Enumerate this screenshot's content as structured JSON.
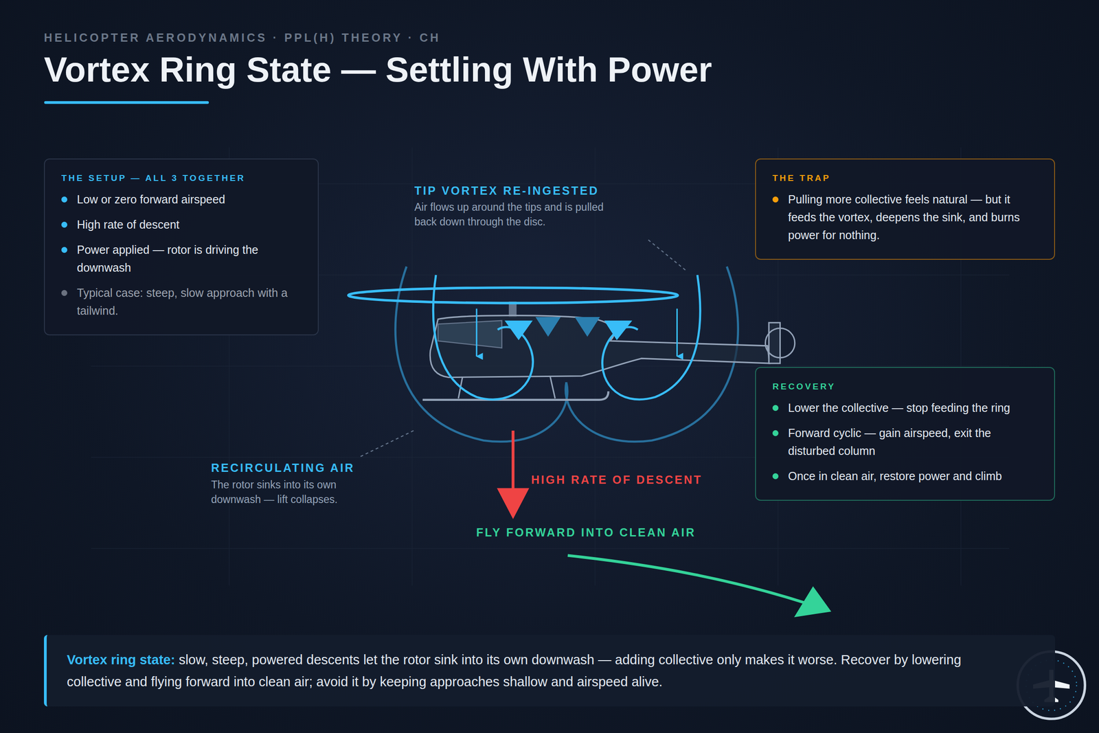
{
  "diagram": {
    "title": "Vortex Ring State — Settling With Power",
    "caption": "Vortex ring state: slow, steep, powered descents let the rotor sink into its own downwash — adding collective only makes it worse. Recover by lowering collective and flying forward into clean air; avoid it by keeping approaches shallow and airspeed alive.",
    "nodes": [
      {
        "text": [
          "THE SETUP — ALL 3 TOGETHER",
          "Low or zero forward airspeed",
          "High rate of descent",
          "Power applied — rotor is driving the downwash",
          "Typical case: steep, slow approach with a tailwind."
        ]
      },
      {
        "text": [
          "THE TRAP",
          "Pulling more collective feels natural — but it feeds the vortex, deepens the sink, and burns power for nothing."
        ]
      },
      {
        "text": [
          "RECOVERY",
          "Lower the collective — stop feeding the ring",
          "Forward cyclic — gain airspeed, exit the disturbed column",
          "Once in clean air, restore power and climb"
        ]
      }
    ],
    "labels": [
      "HELICOPTER AERODYNAMICS · PPL(H) THEORY · CH",
      "TIP VORTEX RE-INGESTED",
      "Air flows up around the tips and is pulled back down through the disc.",
      "RECIRCULATING AIR",
      "The rotor sinks into its own downwash — lift collapses.",
      "HIGH RATE OF DESCENT",
      "FLY FORWARD INTO CLEAN AIR"
    ]
  }
}
